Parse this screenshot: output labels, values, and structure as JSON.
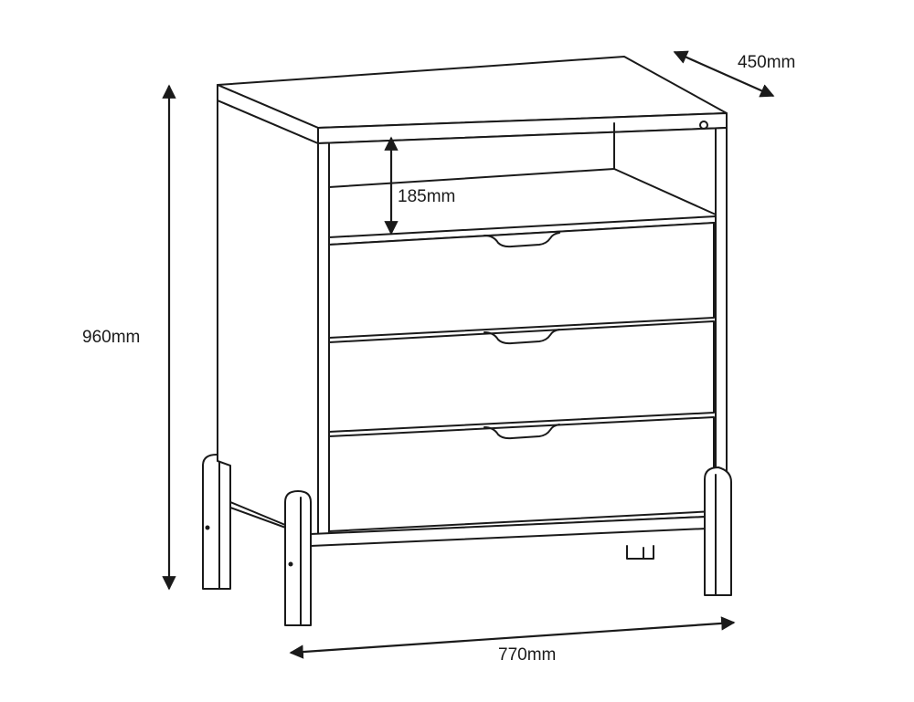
{
  "title": "Chest of drawers dimensions",
  "dimensions": {
    "depth": "450mm",
    "shelf_height": "185mm",
    "height": "960mm",
    "width": "770mm"
  }
}
